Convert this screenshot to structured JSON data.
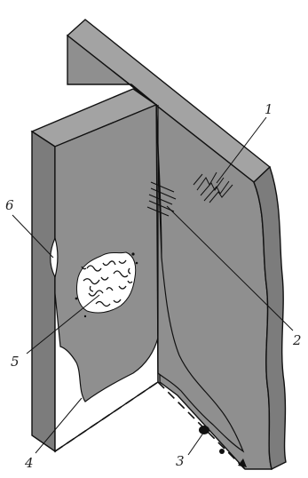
{
  "colors": {
    "metal": "#8f8f8f",
    "metal_dark": "#7c7c7c",
    "metal_light": "#a3a3a3",
    "outline": "#111111",
    "background": "#ffffff"
  },
  "callouts": [
    {
      "id": "1",
      "label": "1"
    },
    {
      "id": "2",
      "label": "2"
    },
    {
      "id": "3",
      "label": "3"
    },
    {
      "id": "4",
      "label": "4"
    },
    {
      "id": "5",
      "label": "5"
    },
    {
      "id": "6",
      "label": "6"
    }
  ]
}
